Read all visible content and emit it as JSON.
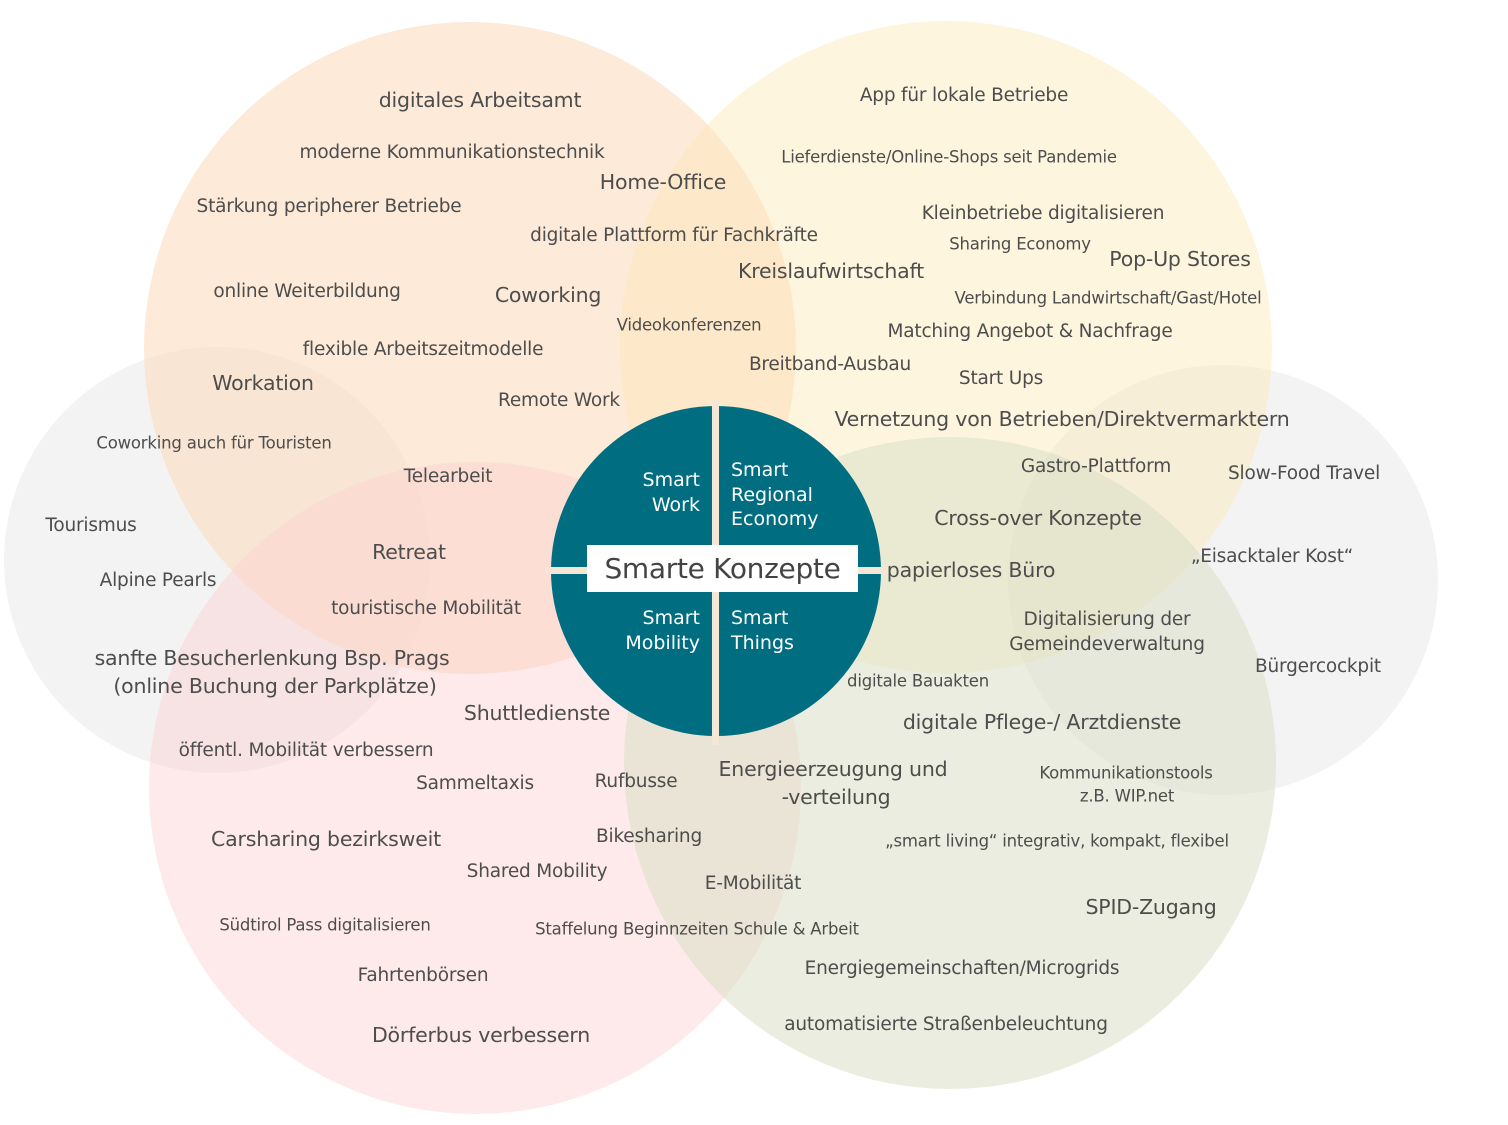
{
  "colors": {
    "smart_work": "#fde6d2",
    "smart_regional_economy": "#fef3dc",
    "smart_mobility": "#fde2e2",
    "smart_things": "#e6ead9",
    "tourism": "#f0f0f0",
    "citizen": "#f0f0f0",
    "center": "#006e80",
    "text": "#4d4d4d"
  },
  "center": {
    "title": "Smarte Konzepte",
    "quadrants": [
      {
        "id": "smart-work",
        "lines": [
          "Smart",
          "Work"
        ]
      },
      {
        "id": "smart-regional-economy",
        "lines": [
          "Smart",
          "Regional",
          "Economy"
        ]
      },
      {
        "id": "smart-mobility",
        "lines": [
          "Smart",
          "Mobility"
        ]
      },
      {
        "id": "smart-things",
        "lines": [
          "Smart",
          "Things"
        ]
      }
    ]
  },
  "labels": {
    "work": [
      "digitales Arbeitsamt",
      "moderne Kommunikationstechnik",
      "Home-Office",
      "Stärkung peripherer Betriebe",
      "digitale Plattform für Fachkräfte",
      "online Weiterbildung",
      "Coworking",
      "Videokonferenzen",
      "flexible Arbeitszeitmodelle",
      "Workation",
      "Remote Work",
      "Telearbeit",
      "Retreat",
      "touristische Mobilität"
    ],
    "economy": [
      "App für lokale Betriebe",
      "Lieferdienste/Online-Shops seit Pandemie",
      "Kleinbetriebe digitalisieren",
      "Sharing Economy",
      "Pop-Up Stores",
      "Kreislaufwirtschaft",
      "Verbindung Landwirtschaft/Gast/Hotel",
      "Matching Angebot & Nachfrage",
      "Breitband-Ausbau",
      "Start Ups",
      "Vernetzung von Betrieben/Direktvermarktern",
      "Gastro-Plattform",
      "Cross-over Konzepte",
      "papierloses Büro"
    ],
    "tourism": [
      "Coworking auch für Touristen",
      "Tourismus",
      "Alpine Pearls",
      "sanfte Besucherlenkung Bsp. Prags",
      "(online Buchung der Parkplätze)"
    ],
    "citizen": [
      "Slow-Food Travel",
      "„Eisacktaler Kost“",
      "Digitalisierung der",
      "Gemeindeverwaltung",
      "Bürgercockpit"
    ],
    "mobility": [
      "Shuttledienste",
      "öffentl. Mobilität verbessern",
      "Sammeltaxis",
      "Rufbusse",
      "Carsharing bezirksweit",
      "Bikesharing",
      "Shared Mobility",
      "E-Mobilität",
      "Südtirol Pass digitalisieren",
      "Staffelung Beginnzeiten Schule & Arbeit",
      "Fahrtenbörsen",
      "Dörferbus verbessern"
    ],
    "things": [
      "digitale Bauakten",
      "digitale Pflege-/ Arztdienste",
      "Energieerzeugung und",
      "-verteilung",
      "Kommunikationstools",
      "z.B. WIP.net",
      "„smart living“ integrativ, kompakt, flexibel",
      "SPID-Zugang",
      "Energiegemeinschaften/Microgrids",
      "automatisierte Straßenbeleuchtung"
    ]
  }
}
